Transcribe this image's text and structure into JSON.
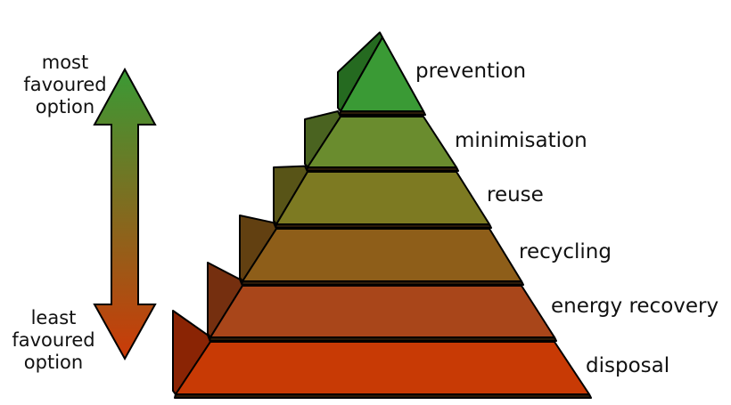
{
  "arrow": {
    "top_label": [
      "most",
      "favoured",
      "option"
    ],
    "bottom_label": [
      "least",
      "favoured",
      "option"
    ],
    "top_color": "#3a9a35",
    "bottom_color": "#cc3a08"
  },
  "levels": [
    {
      "label": "prevention",
      "color": "#3a9a35",
      "side": "#256a20"
    },
    {
      "label": "minimisation",
      "color": "#6a8c2e",
      "side": "#4a6320"
    },
    {
      "label": "reuse",
      "color": "#7d7a22",
      "side": "#585417"
    },
    {
      "label": "recycling",
      "color": "#8e5e19",
      "side": "#624011"
    },
    {
      "label": "energy recovery",
      "color": "#a9461a",
      "side": "#752f0f"
    },
    {
      "label": "disposal",
      "color": "#c83a05",
      "side": "#8a2404"
    }
  ]
}
